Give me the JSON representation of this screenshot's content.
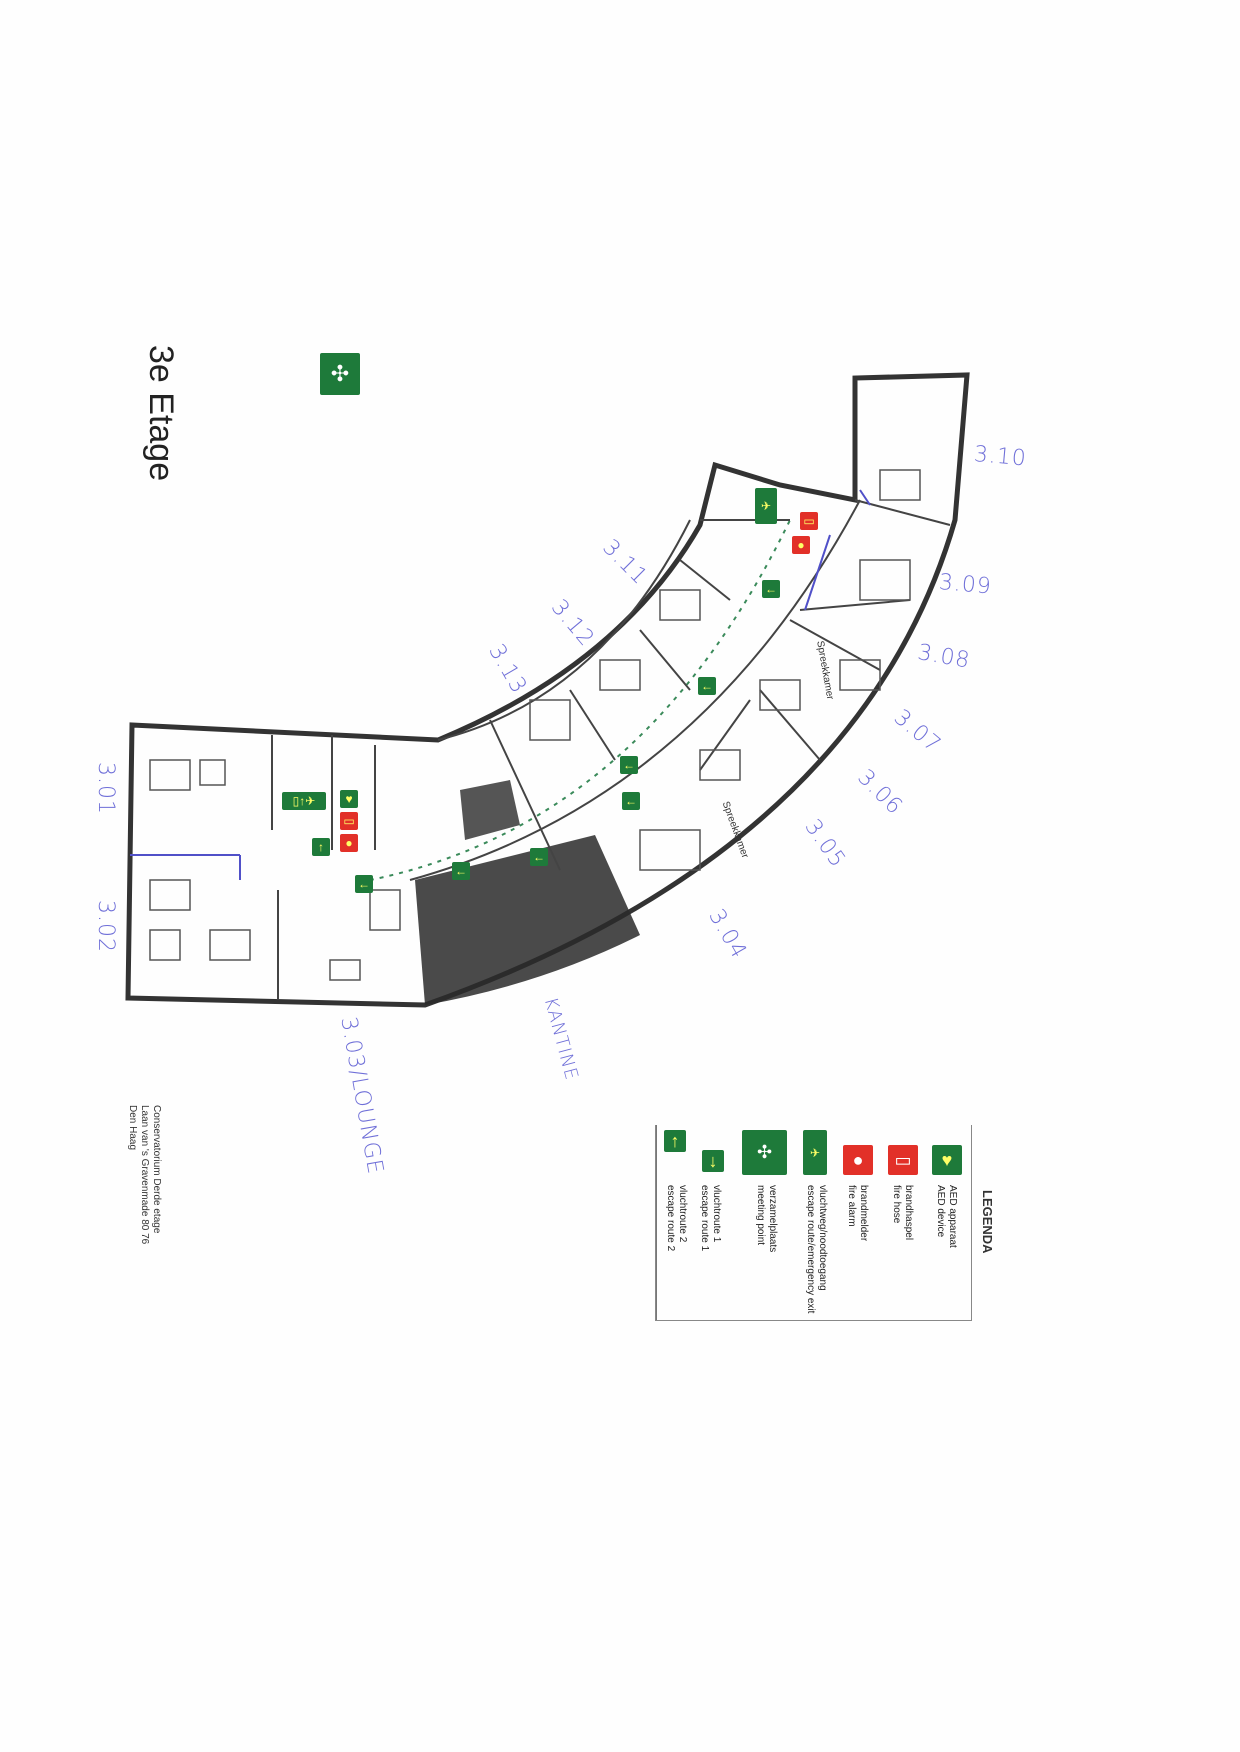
{
  "title": "3e Etage",
  "address": [
    "Conservatorium Derde etage",
    "Laan van 's Gravenmade 80 76",
    "Den Haag"
  ],
  "rooms": {
    "r301": "3.01",
    "r302": "3.02",
    "r303": "3.03/LOUNGE",
    "kantine": "KANTINE",
    "r304": "3.04",
    "r305": "3.05",
    "r306": "3.06",
    "r307": "3.07",
    "r308": "3.08",
    "r309": "3.09",
    "r310": "3.10",
    "r311": "3.11",
    "r312": "3.12",
    "r313": "3.13"
  },
  "printed_labels": {
    "spreekkamer_a": "Spreekkamer",
    "spreekkamer_b": "Spreekkamer"
  },
  "legend": {
    "title": "LEGENDA",
    "items": [
      {
        "icon": "aed-icon",
        "color": "#1e7a3a",
        "label": "AED apparaat",
        "label_en": "AED device"
      },
      {
        "icon": "fire-hose-icon",
        "color": "#e23028",
        "label": "brandhaspel",
        "label_en": "fire hose"
      },
      {
        "icon": "fire-alarm-icon",
        "color": "#e23028",
        "label": "brandmelder",
        "label_en": "fire alarm"
      },
      {
        "icon": "emergency-exit-icon",
        "color": "#1e7a3a",
        "label": "vluchtweg/noodtoegang",
        "label_en": "escape route/emergency exit"
      },
      {
        "icon": "meeting-point-icon",
        "color": "#1e7a3a",
        "label": "verzamelplaats",
        "label_en": "meeting point"
      },
      {
        "icon": "escape-route-1-icon",
        "color": "#1e7a3a",
        "label": "vluchtroute 1",
        "label_en": "escape route 1"
      },
      {
        "icon": "escape-route-2-icon",
        "color": "#1e7a3a",
        "label": "vluchtroute 2",
        "label_en": "escape route 2"
      }
    ]
  },
  "colors": {
    "handwriting": "#6f6fd8",
    "safety_green": "#1e7a3a",
    "fire_red": "#e23028",
    "walls": "#333333",
    "kantine_fill": "#2a2a2a"
  }
}
